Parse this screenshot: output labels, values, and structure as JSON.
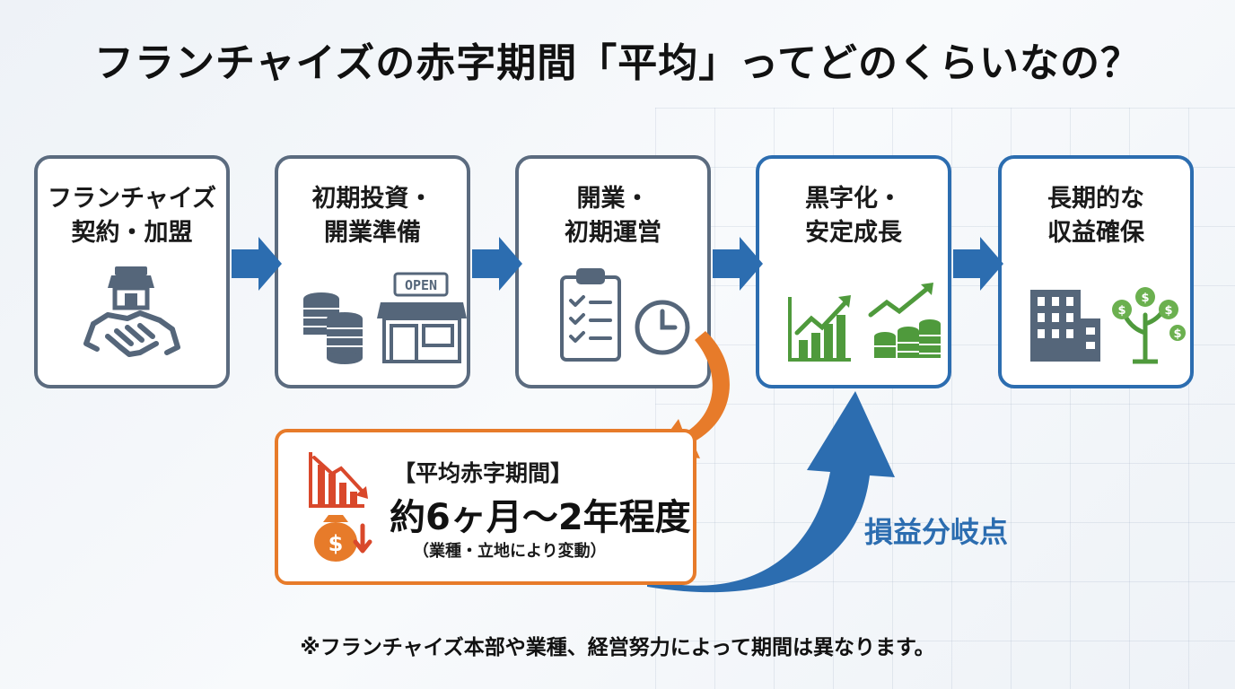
{
  "title": "フランチャイズの赤字期間「平均」ってどのくらいなの？",
  "steps": [
    {
      "line1": "フランチャイズ",
      "line2": "契約・加盟"
    },
    {
      "line1": "初期投資・",
      "line2": "開業準備"
    },
    {
      "line1": "開業・",
      "line2": "初期運営"
    },
    {
      "line1": "黒字化・",
      "line2": "安定成長"
    },
    {
      "line1": "長期的な",
      "line2": "収益確保"
    }
  ],
  "icons": {
    "step1": [
      "shop-icon",
      "handshake-icon"
    ],
    "step2": [
      "coin-stack-icon",
      "open-shop-icon"
    ],
    "step3": [
      "clipboard-checklist-icon",
      "clock-icon"
    ],
    "step4": [
      "rising-bar-chart-icon",
      "growing-coins-icon"
    ],
    "step5": [
      "office-building-icon",
      "money-tree-icon"
    ],
    "loss": [
      "declining-chart-icon",
      "money-bag-down-icon"
    ]
  },
  "open_sign": "OPEN",
  "loss_period": {
    "heading": "【平均赤字期間】",
    "value": "約6ヶ月〜2年程度",
    "note": "（業種・立地により変動）"
  },
  "breakeven_label": "損益分岐点",
  "footnote": "※フランチャイズ本部や業種、経営努力によって期間は異なります。",
  "colors": {
    "gray_border": "#5b6b7f",
    "blue_accent": "#2c6db0",
    "orange_accent": "#e77b2a",
    "green_accent": "#4f9a3c"
  }
}
